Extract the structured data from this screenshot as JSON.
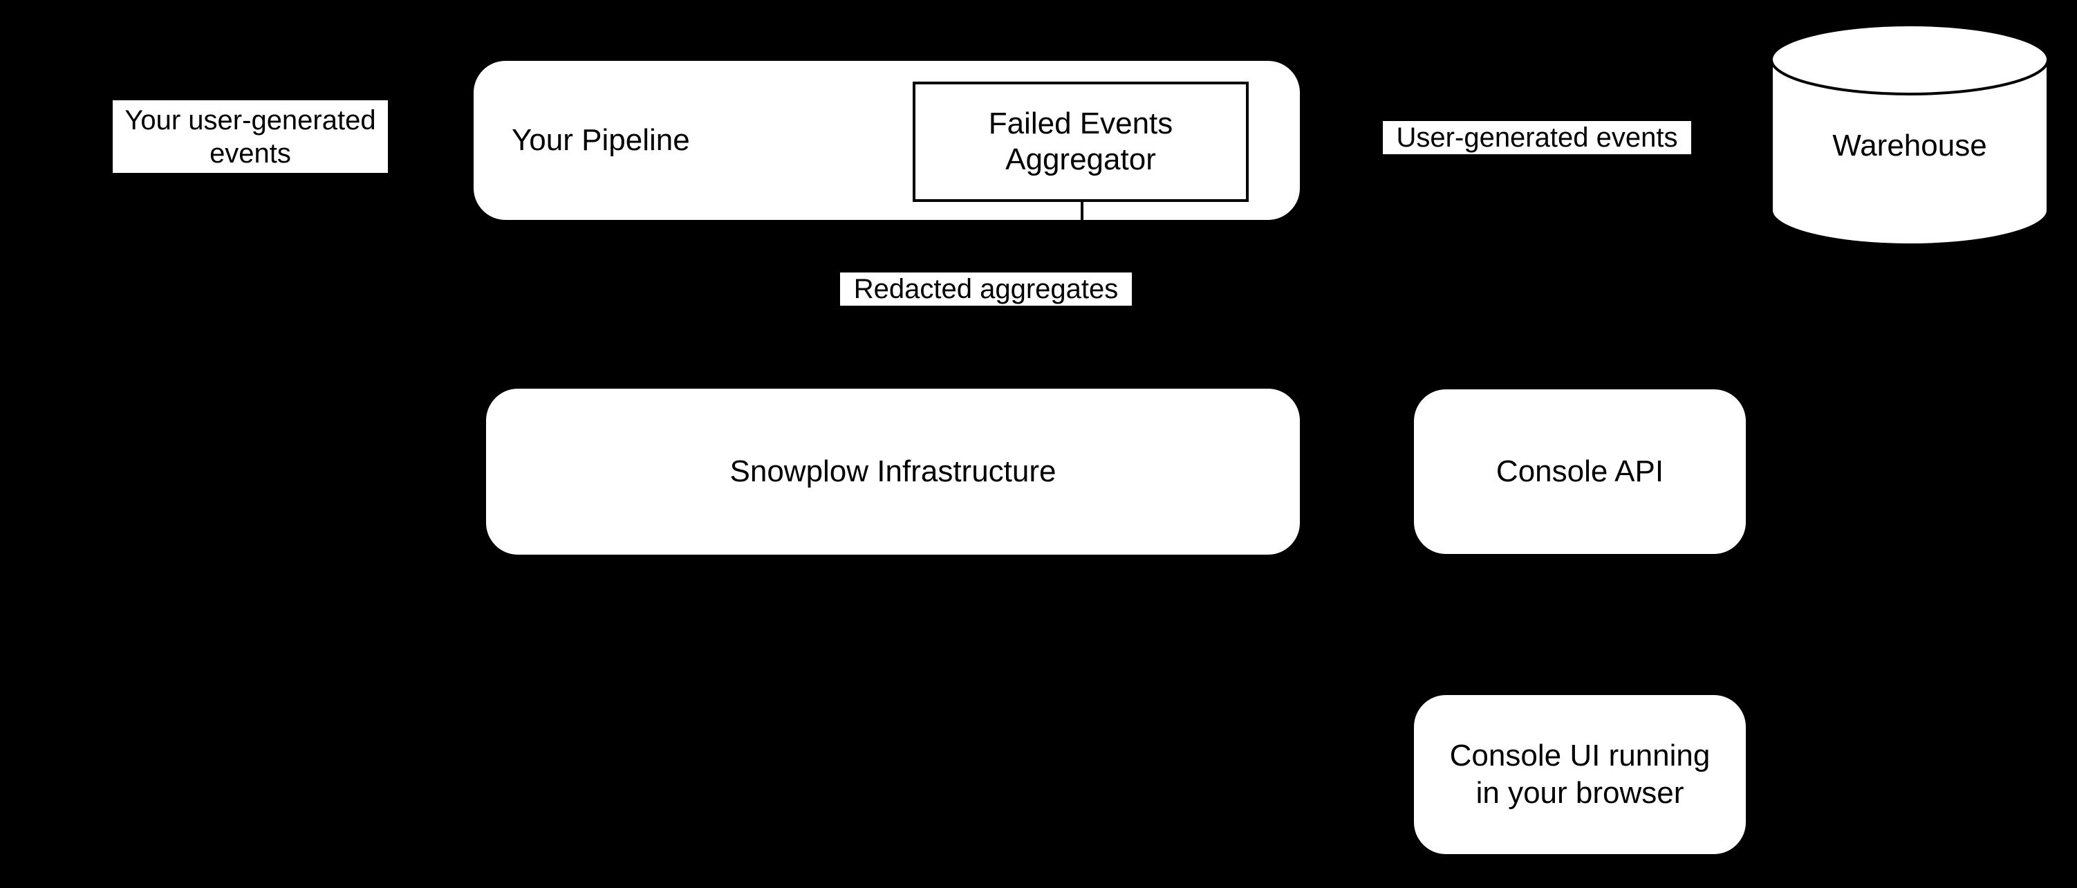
{
  "diagram": {
    "background_color": "#000000",
    "node_fill_color": "#ffffff",
    "text_color": "#000000",
    "nodes": {
      "user_generated_events_left": {
        "label": "Your user-generated events",
        "shape": "text-label"
      },
      "your_pipeline": {
        "label": "Your Pipeline",
        "shape": "rounded-rectangle"
      },
      "failed_events_aggregator": {
        "label": "Failed Events\nAggregator",
        "shape": "rectangle"
      },
      "redacted_aggregates": {
        "label": "Redacted aggregates",
        "shape": "text-label"
      },
      "user_generated_events_right": {
        "label": "User-generated events",
        "shape": "text-label"
      },
      "warehouse": {
        "label": "Warehouse",
        "shape": "cylinder"
      },
      "snowplow_infrastructure": {
        "label": "Snowplow Infrastructure",
        "shape": "rounded-rectangle"
      },
      "console_api": {
        "label": "Console API",
        "shape": "rounded-rectangle"
      },
      "console_ui": {
        "label": "Console UI running\nin your browser",
        "shape": "rounded-rectangle"
      }
    }
  }
}
